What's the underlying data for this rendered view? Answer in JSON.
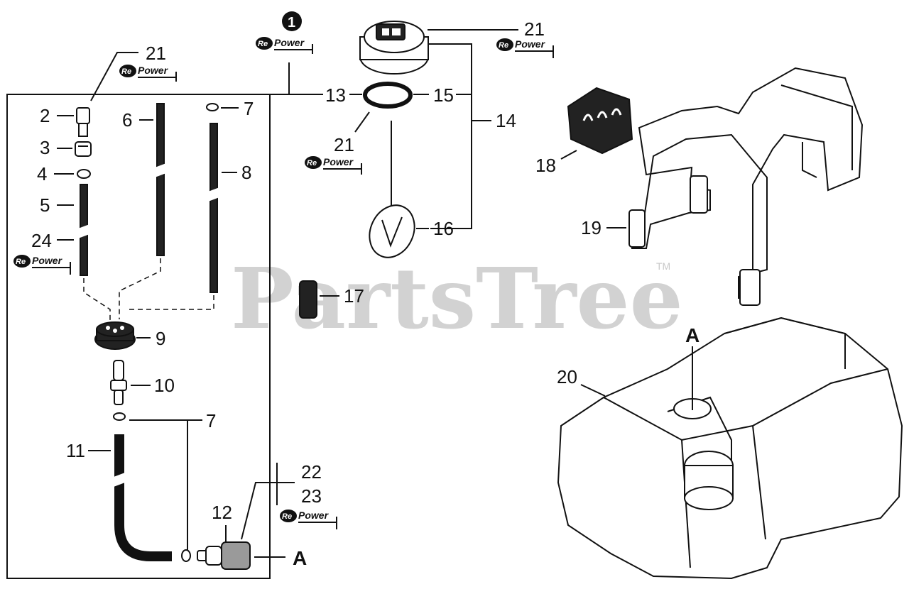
{
  "watermark": {
    "text": "PartsTree",
    "tm": "TM"
  },
  "badge": {
    "number": "1"
  },
  "repower": {
    "prefix": "Re",
    "word": "Power"
  },
  "callouts": {
    "c21_top_left": "21",
    "c2": "2",
    "c3": "3",
    "c4": "4",
    "c5": "5",
    "c24": "24",
    "c6": "6",
    "c7_top": "7",
    "c8": "8",
    "c9": "9",
    "c10": "10",
    "c7_lower": "7",
    "c11": "11",
    "c12": "12",
    "c22": "22",
    "c23": "23",
    "c13": "13",
    "c15": "15",
    "c14": "14",
    "c21_top_right": "21",
    "c21_mid": "21",
    "c16": "16",
    "c17": "17",
    "c18": "18",
    "c19": "19",
    "c20": "20",
    "a_tank": "A",
    "a_filter": "A"
  }
}
